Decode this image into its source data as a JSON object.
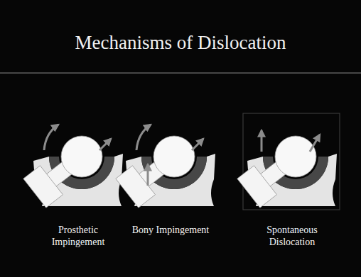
{
  "diagram": {
    "title": "Mechanisms of Dislocation",
    "labels": [
      "Prosthetic Impingement",
      "Bony Impingement",
      "Spontaneous Dislocation"
    ]
  }
}
